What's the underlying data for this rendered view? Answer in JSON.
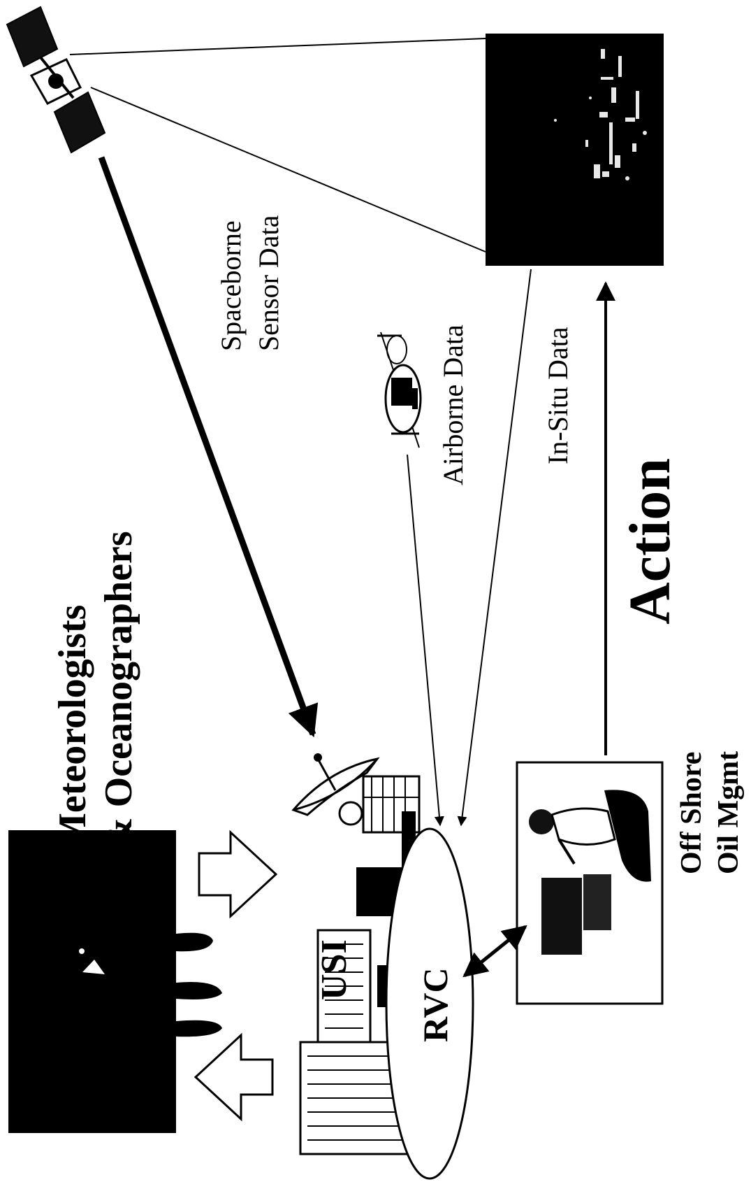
{
  "labels": {
    "heading_line1": "Meteorologists",
    "heading_line2": "& Oceanographers",
    "spaceborne_line1": "Spaceborne",
    "spaceborne_line2": "Sensor Data",
    "airborne": "Airborne Data",
    "insitu": "In-Situ Data",
    "action": "Action",
    "offshore_line1": "Off Shore",
    "offshore_line2": "Oil Mgmt",
    "usi": "USI",
    "rvc": "RVC"
  },
  "icons": {
    "satellite": "satellite-icon",
    "oil_platform": "oil-platform-image",
    "helicopter": "helicopter-icon",
    "dish": "satellite-dish-icon",
    "city": "city-skyline-image",
    "group": "people-group-image",
    "operator": "operator-workstation-image"
  },
  "colors": {
    "ink": "#000000",
    "paper": "#ffffff"
  }
}
